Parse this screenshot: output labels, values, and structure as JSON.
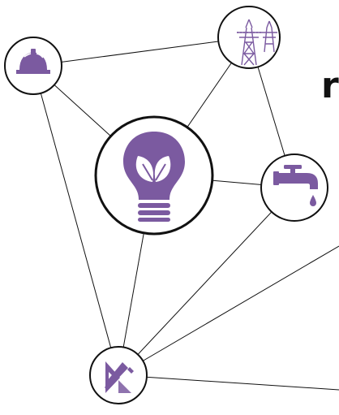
{
  "diagram": {
    "accent_color": "#7b5aa0",
    "line_color": "#111111",
    "heading_fragment": "r",
    "nodes": [
      {
        "id": "hard-hat",
        "icon": "hard-hat-icon"
      },
      {
        "id": "power-tower",
        "icon": "power-transmission-tower-icon"
      },
      {
        "id": "eco-bulb",
        "icon": "eco-lightbulb-icon"
      },
      {
        "id": "water-tap",
        "icon": "water-faucet-icon"
      },
      {
        "id": "design-tools",
        "icon": "ruler-pencil-icon"
      }
    ]
  }
}
